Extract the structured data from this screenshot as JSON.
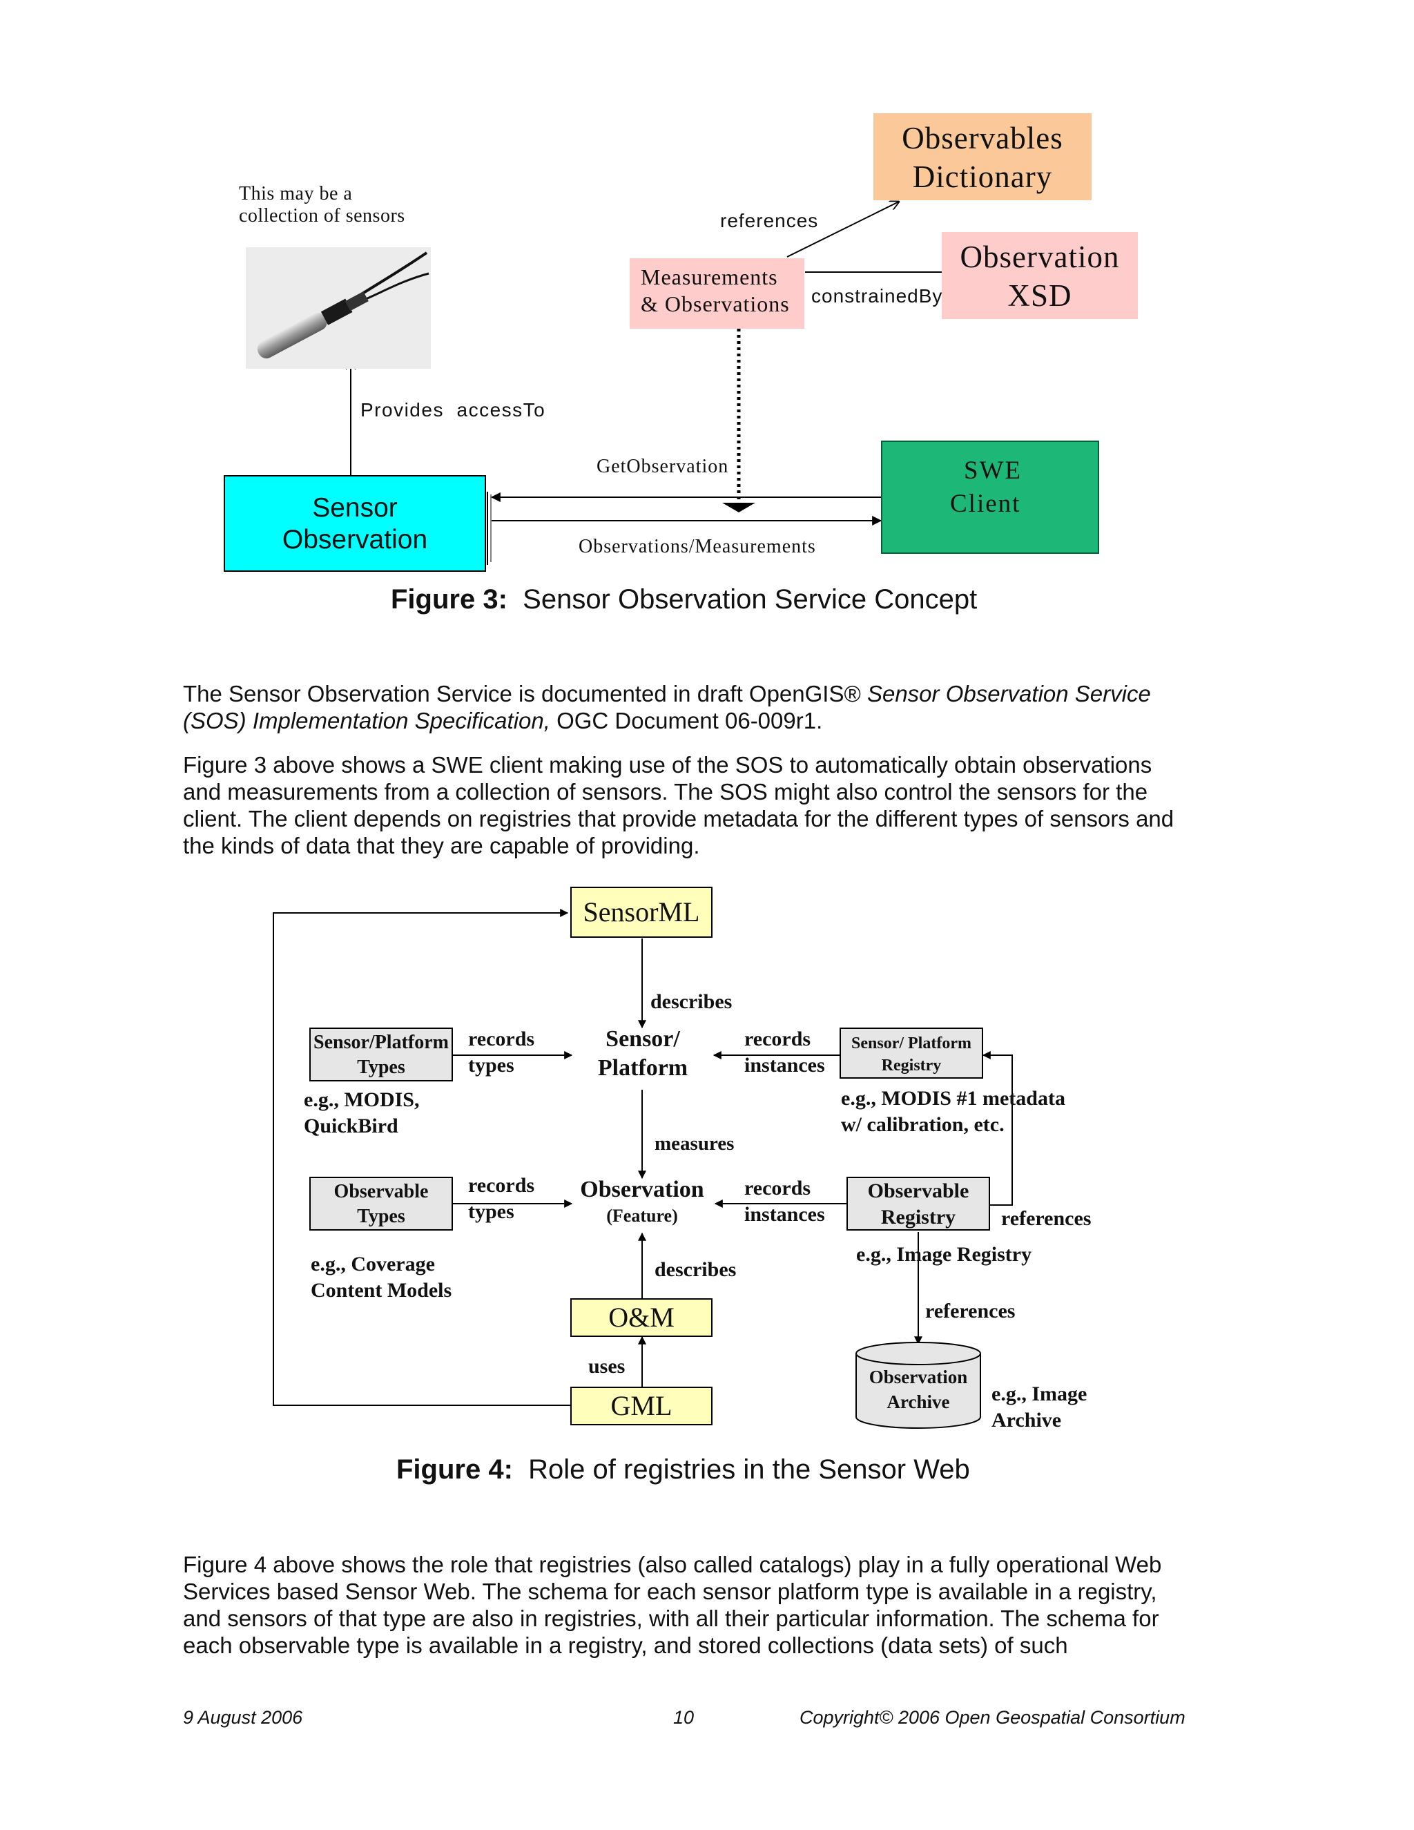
{
  "figure3": {
    "sensor_note": [
      "This may be a",
      "collection of sensors"
    ],
    "observables_dictionary": [
      "Observables",
      "Dictionary"
    ],
    "observation_xsd": [
      "Observation",
      "XSD"
    ],
    "measurements_observations": [
      "Measurements",
      "& Observations"
    ],
    "references_label": "references",
    "constrained_by_label": "constrainedBy",
    "provides_access_label": "Provides  accessTo",
    "get_observation_label": "GetObservation",
    "observations_measurements_label": "Observations/Measurements",
    "sensor_observation": [
      "Sensor",
      "Observation"
    ],
    "swe_client": [
      "SWE",
      "Client"
    ],
    "caption_bold": "Figure 3:",
    "caption_text": "Sensor Observation Service Concept"
  },
  "paragraph1": {
    "part1": "The Sensor Observation Service is documented in draft OpenGIS® ",
    "part2_italic": "Sensor Observation Service (SOS) Implementation Specification,",
    "part3": " OGC Document 06-009r1."
  },
  "paragraph2": "Figure 3 above shows a SWE client making use of the SOS to automatically obtain observations and measurements from a collection of sensors. The SOS might also control the sensors for the client. The client depends on registries that provide metadata for the different types of sensors and the kinds of data that they are capable of providing.",
  "figure4": {
    "sensorml": "SensorML",
    "describes_1": "describes",
    "sensor_platform_types": [
      "Sensor/Platform",
      "Types"
    ],
    "records_types_1": [
      "records",
      "types"
    ],
    "sensor_platform": [
      "Sensor/",
      "Platform"
    ],
    "records_instances_1": [
      "records",
      "instances"
    ],
    "sensor_platform_registry": [
      "Sensor/ Platform",
      "Registry"
    ],
    "eg_modis": [
      "e.g., MODIS,",
      "QuickBird"
    ],
    "eg_modis1": [
      "e.g., MODIS #1 metadata",
      "w/ calibration, etc."
    ],
    "measures": "measures",
    "observable_types": [
      "Observable",
      "Types"
    ],
    "records_types_2": [
      "records",
      "types"
    ],
    "observation_feature": [
      "Observation",
      "(Feature)"
    ],
    "records_instances_2": [
      "records",
      "instances"
    ],
    "observable_registry": [
      "Observable",
      "Registry"
    ],
    "references_1": "references",
    "eg_coverage": [
      "e.g., Coverage",
      "Content Models"
    ],
    "describes_2": "describes",
    "eg_image_registry": "e.g., Image Registry",
    "references_2": "references",
    "om": "O&M",
    "uses": "uses",
    "gml": "GML",
    "observation_archive": [
      "Observation",
      "Archive"
    ],
    "eg_image_archive": [
      "e.g., Image",
      "Archive"
    ],
    "caption_bold": "Figure 4:",
    "caption_text": "Role of registries in the Sensor Web"
  },
  "paragraph3": "Figure 4 above shows the role that registries (also called catalogs) play in a fully operational Web Services based Sensor Web. The schema for each sensor platform type is available in a registry, and sensors of that type are also in registries, with all their particular information. The schema for each observable type is available in a registry, and stored collections (data sets) of such",
  "footer": {
    "date": "9 August 2006",
    "page": "10",
    "copyright": "Copyright© 2006 Open Geospatial Consortium"
  },
  "colors": {
    "observables_dictionary": "#fbc999",
    "pink_box": "#ffcccc",
    "sensor_observation": "#00ffff",
    "swe_client": "#1db877",
    "yellow_box": "#ffffbb",
    "gray_box": "#e6e6e6"
  }
}
